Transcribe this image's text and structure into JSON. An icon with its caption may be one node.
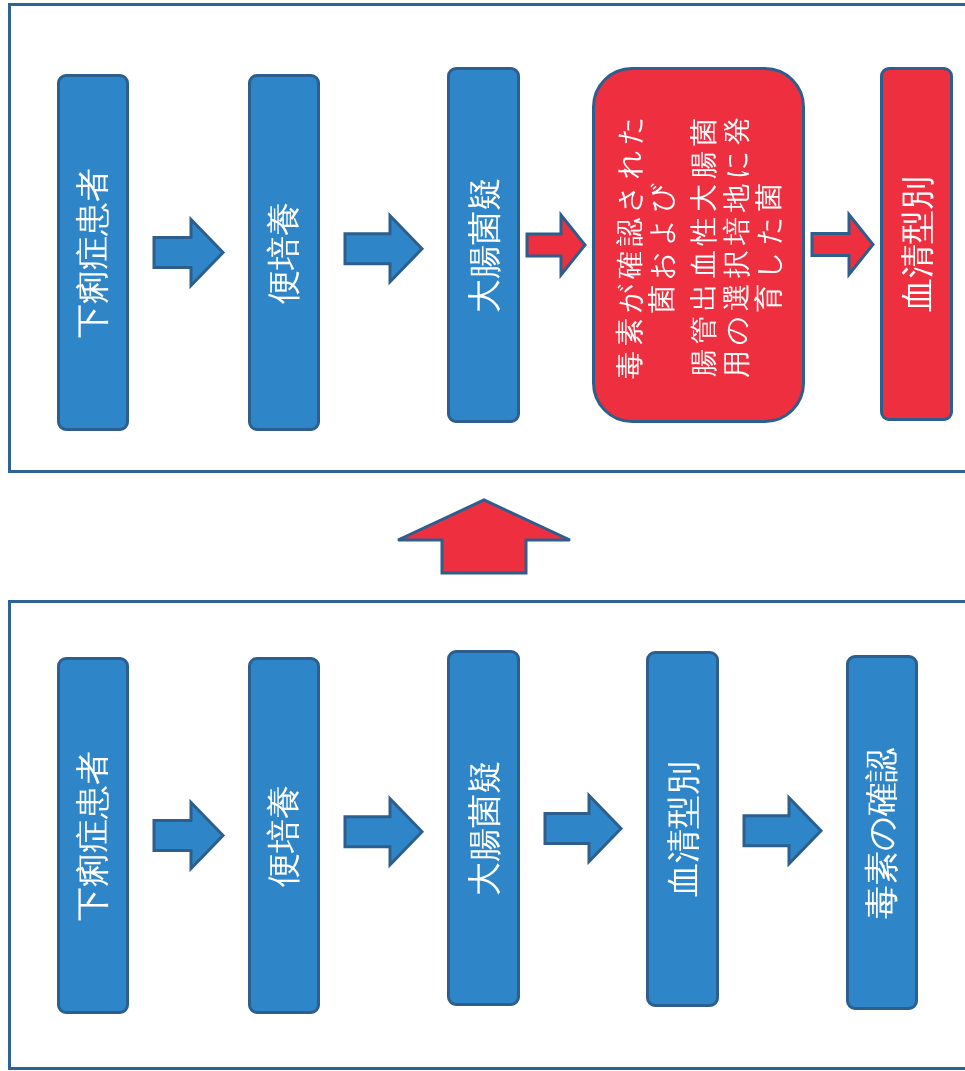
{
  "diagram": {
    "nodes": [
      {
        "text": [],
        "shape": "box"
      },
      {
        "text": [
          "下痢症患者"
        ],
        "in": 0
      },
      {
        "text": [
          "便培養"
        ],
        "in": 0
      },
      {
        "text": [
          "大腸菌疑"
        ],
        "in": 0
      },
      {
        "text": [
          "毒素が確認された菌および",
          "腸管出血性大腸菌用の選択培地に発育した菌"
        ],
        "in": 0
      },
      {
        "text": [
          "血清型別"
        ],
        "in": 0
      },
      {
        "text": [],
        "shape": "box"
      },
      {
        "text": [
          "下痢症患者"
        ],
        "in": 6
      },
      {
        "text": [
          "便培養"
        ],
        "in": 6
      },
      {
        "text": [
          "大腸菌疑"
        ],
        "in": 6
      },
      {
        "text": [
          "血清型別"
        ],
        "in": 6
      },
      {
        "text": [
          "毒素の確認"
        ],
        "in": 6
      }
    ],
    "edges": [
      {
        "from": 1,
        "to": 2,
        "arrow": "to"
      },
      {
        "from": 2,
        "to": 3,
        "arrow": "to"
      },
      {
        "from": 3,
        "to": 4,
        "arrow": "to",
        "color": "#ee2f3f"
      },
      {
        "from": 4,
        "to": 5,
        "arrow": "to",
        "color": "#ee2f3f"
      },
      {
        "from": 7,
        "to": 8,
        "arrow": "to"
      },
      {
        "from": 8,
        "to": 9,
        "arrow": "to"
      },
      {
        "from": 9,
        "to": 10,
        "arrow": "to"
      },
      {
        "from": 10,
        "to": 11,
        "arrow": "to"
      },
      {
        "from": 6,
        "to": 0,
        "arrow": "to",
        "style": "thick",
        "color": "#ee2f3f"
      }
    ]
  }
}
